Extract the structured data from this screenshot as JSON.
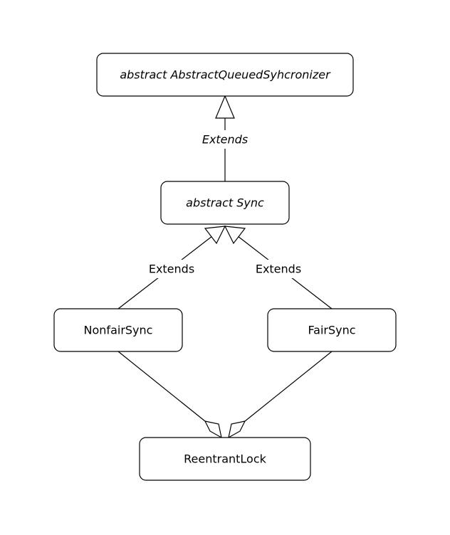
{
  "nodes": {
    "aqs": {
      "label": "abstract AbstractQueuedSyhcronizer"
    },
    "sync": {
      "label": "abstract Sync"
    },
    "nonfair": {
      "label": "NonfairSync"
    },
    "fair": {
      "label": "FairSync"
    },
    "lock": {
      "label": "ReentrantLock"
    }
  },
  "edges": {
    "sync_to_aqs": {
      "label": "Extends"
    },
    "nonfair_to_sync": {
      "label": "Extends"
    },
    "fair_to_sync": {
      "label": "Extends"
    }
  }
}
